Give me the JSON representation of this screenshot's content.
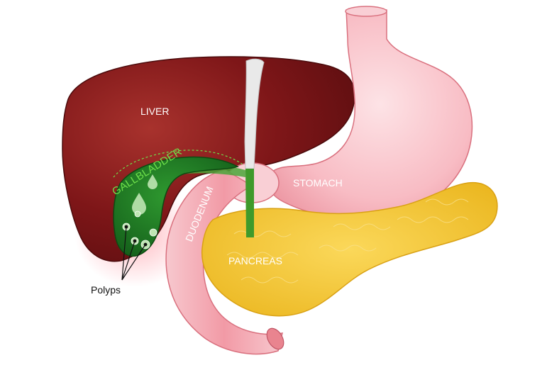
{
  "labels": {
    "liver": "LIVER",
    "gallbladder": "GALLBLADDER",
    "stomach": "STOMACH",
    "duodenum": "DUODENUM",
    "pancreas": "PANCREAS",
    "polyps": "Polyps"
  },
  "colors": {
    "liver": "#7a1416",
    "liver_highlight": "#a8322d",
    "stomach": "#f7b7bf",
    "stomach_edge": "#d9707e",
    "pancreas": "#f4c52e",
    "pancreas_edge": "#d9a114",
    "gallbladder": "#1f7a26",
    "gallbladder_label": "#6ee04a",
    "duct": "#e9e9e9",
    "bile": "#3f9a2b",
    "duodenum": "#f3bcc3"
  }
}
